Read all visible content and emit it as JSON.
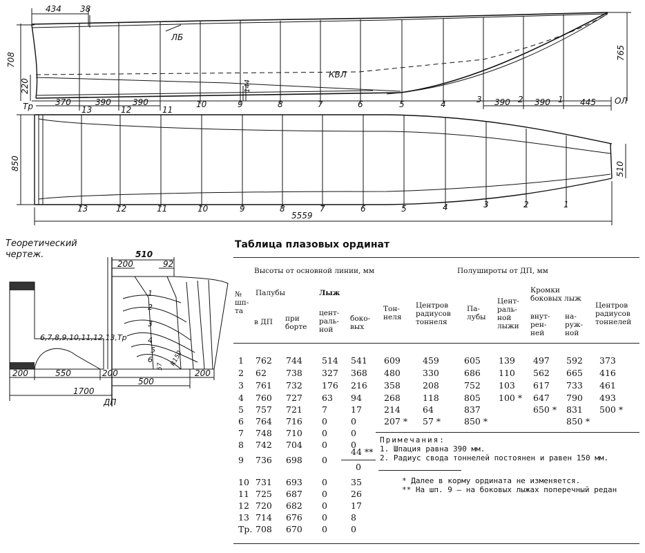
{
  "drawing": {
    "profile": {
      "dims": {
        "d434": "434",
        "d38": "38",
        "d708": "708",
        "d220": "220",
        "d765": "765",
        "d144": "144"
      },
      "labels": {
        "lb": "ЛБ",
        "kvl": "КВЛ",
        "tr": "Тр",
        "ol": "ОЛ"
      },
      "spacing": [
        "370",
        "390",
        "390",
        "390",
        "390",
        "445"
      ],
      "stations": [
        "13",
        "12",
        "11",
        "10",
        "9",
        "8",
        "7",
        "6",
        "5",
        "4",
        "3",
        "2",
        "1"
      ]
    },
    "plan": {
      "dims": {
        "d850": "850",
        "d510": "510",
        "d5559": "5559"
      },
      "stations": [
        "13",
        "12",
        "11",
        "10",
        "9",
        "8",
        "7",
        "6",
        "5",
        "4",
        "3",
        "2",
        "1"
      ]
    },
    "body_plan": {
      "dims": {
        "d510": "510",
        "d200t": "200",
        "d92": "92",
        "d200a": "200",
        "d550": "550",
        "d200b": "200",
        "d500": "500",
        "d200c": "200",
        "d1700": "1700",
        "dp": "ДП",
        "r150": "R150"
      },
      "aft_label": "6,7,8,9,10,11,12,13,Тр",
      "fwd_stations": [
        "1",
        "2",
        "3",
        "4",
        "5",
        "6",
        "57"
      ]
    }
  },
  "caption": {
    "line1": "Теоретический",
    "line2": "чертеж."
  },
  "table": {
    "title": "Таблица плазовых ординат",
    "header": {
      "heights": "Высоты от основной линии, мм",
      "halfwidths": "Полуширoты от ДП, мм",
      "station": "№\nшп-\nта",
      "decks": "Палубы",
      "skis": "Лыж",
      "dp": "в ДП",
      "side": "при\nборте",
      "central": "цент-\nраль-\nной",
      "lateral": "боко-\nвых",
      "tunnel": "Тон-\nнеля",
      "tunnel_radii": "Центров\nрадиусов\nтоннеля",
      "deck": "Па-\nлубы",
      "central_ski": "Цент-\nраль-\nной\nлыжи",
      "ski_edges": "Кромки\nбоковых лыж",
      "inner": "внут-\nрен-\nней",
      "outer": "на-\nруж-\nной",
      "tunnels_radii": "Центров\nрадиусов\nтоннелей"
    },
    "rows": [
      {
        "st": "1",
        "dp": "762",
        "side": "744",
        "c": "514",
        "l": "541",
        "t": "609",
        "rt": "459",
        "d": "605",
        "cs": "139",
        "in": "497",
        "out": "592",
        "rts": "373"
      },
      {
        "st": "2",
        "dp": "62",
        "side": "738",
        "c": "327",
        "l": "368",
        "t": "480",
        "rt": "330",
        "d": "686",
        "cs": "110",
        "in": "562",
        "out": "665",
        "rts": "416"
      },
      {
        "st": "3",
        "dp": "761",
        "side": "732",
        "c": "176",
        "l": "216",
        "t": "358",
        "rt": "208",
        "d": "752",
        "cs": "103",
        "in": "617",
        "out": "733",
        "rts": "461"
      },
      {
        "st": "4",
        "dp": "760",
        "side": "727",
        "c": "63",
        "l": "94",
        "t": "268",
        "rt": "118",
        "d": "805",
        "cs": "100 *",
        "in": "647",
        "out": "790",
        "rts": "493"
      },
      {
        "st": "5",
        "dp": "757",
        "side": "721",
        "c": "7",
        "l": "17",
        "t": "214",
        "rt": "64",
        "d": "837",
        "cs": "",
        "in": "650 *",
        "out": "831",
        "rts": "500 *"
      },
      {
        "st": "6",
        "dp": "764",
        "side": "716",
        "c": "0",
        "l": "0",
        "t": "207 *",
        "rt": "57 *",
        "d": "850 *",
        "cs": "",
        "in": "",
        "out": "850 *",
        "rts": ""
      },
      {
        "st": "7",
        "dp": "748",
        "side": "710",
        "c": "0",
        "l": "0"
      },
      {
        "st": "8",
        "dp": "742",
        "side": "704",
        "c": "0",
        "l": "0"
      },
      {
        "st": "9",
        "dp": "736",
        "side": "698",
        "c": "0",
        "l": "44 **",
        "l2": "0"
      },
      {
        "st": "10",
        "dp": "731",
        "side": "693",
        "c": "0",
        "l": "35"
      },
      {
        "st": "11",
        "dp": "725",
        "side": "687",
        "c": "0",
        "l": "26"
      },
      {
        "st": "12",
        "dp": "720",
        "side": "682",
        "c": "0",
        "l": "17"
      },
      {
        "st": "13",
        "dp": "714",
        "side": "676",
        "c": "0",
        "l": "8"
      },
      {
        "st": "Тр.",
        "dp": "708",
        "side": "670",
        "c": "0",
        "l": "0"
      }
    ],
    "notes": {
      "title": "Примечания:",
      "n1": "1. Шпация равна 390 мм.",
      "n2": "2. Радиус свода тоннелей постоянен и равен 150 мм.",
      "f1": "* Далее в корму ордината не изменяется.",
      "f2": "** На шп. 9 — на боковых лыжах поперечный редан"
    }
  }
}
